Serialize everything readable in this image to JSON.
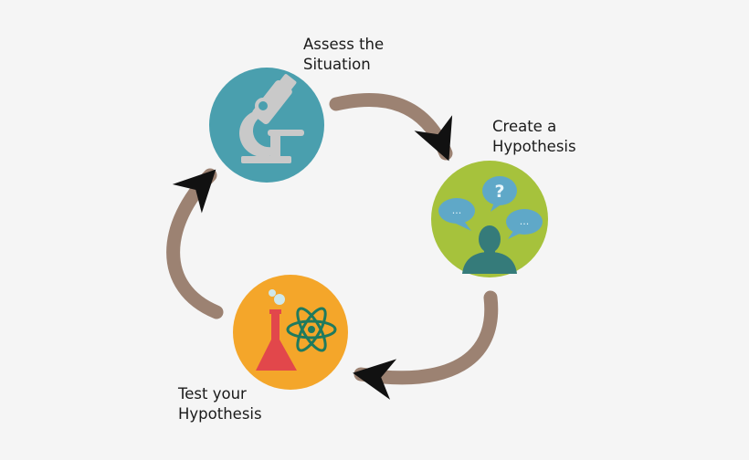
{
  "colors": {
    "background": "#f5f5f5",
    "arrow": "#9c8272",
    "arrowhead": "#111111",
    "assess_circle": "#4a9fae",
    "create_circle": "#a6c23c",
    "test_circle": "#f4a62a",
    "microscope": "#c9c9c9",
    "bubble": "#5fa8c8",
    "person": "#357b7a",
    "flask": "#e2474b",
    "atom": "#1f7a5e",
    "bubbles_small": "#cfe8ea"
  },
  "steps": [
    {
      "id": "assess",
      "label_lines": [
        "Assess the",
        "Situation"
      ],
      "icon": "microscope-icon"
    },
    {
      "id": "create",
      "label_lines": [
        "Create a",
        "Hypothesis"
      ],
      "icon": "thinking-person-icon",
      "bubble_texts": [
        "...",
        "?",
        "..."
      ]
    },
    {
      "id": "test",
      "label_lines": [
        "Test your",
        "Hypothesis"
      ],
      "icon": "flask-atom-icon"
    }
  ]
}
